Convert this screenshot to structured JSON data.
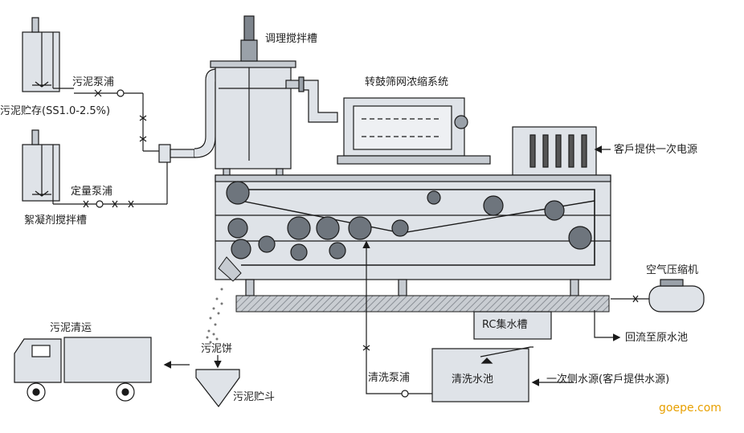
{
  "labels": {
    "conditioning_tank": "调理搅拌槽",
    "drum_thickener": "转鼓筛网浓缩系统",
    "sludge_pump": "污泥泵浦",
    "sludge_storage": "污泥贮存(SS1.0-2.5%)",
    "dosing_pump": "定量泵浦",
    "flocculant_tank": "絮凝剂搅拌槽",
    "power_supply": "客戶提供一次电源",
    "air_compressor": "空气压缩机",
    "rc_tank": "RC集水槽",
    "return_flow": "回流至原水池",
    "sludge_transport": "污泥清运",
    "sludge_cake": "污泥饼",
    "sludge_hopper": "污泥贮斗",
    "wash_pump": "清洗泵浦",
    "wash_tank": "清洗水池",
    "water_source": "一次侧水源(客戶提供水源)"
  },
  "watermark": "goepe.com",
  "colors": {
    "equipment_fill": "#dfe3e8",
    "line": "#1a1a1a",
    "hatch": "#8a8f96",
    "watermark": "#e8a000"
  }
}
